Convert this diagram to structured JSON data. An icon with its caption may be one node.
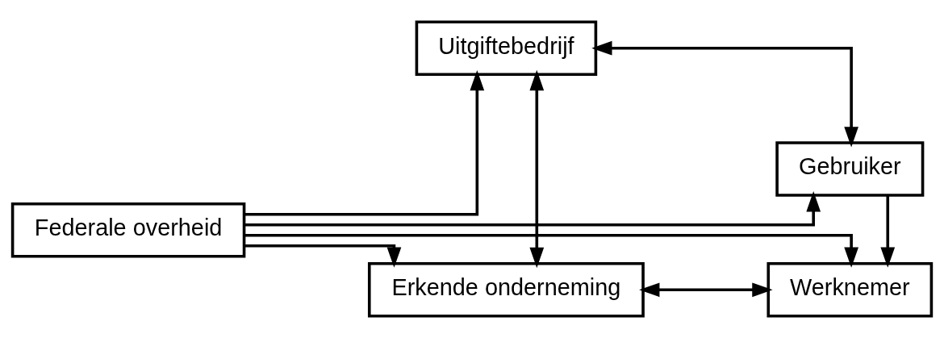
{
  "diagram": {
    "nodes": [
      {
        "text": [
          "Federale overheid"
        ]
      },
      {
        "text": [
          "Uitgiftebedrijf"
        ]
      },
      {
        "text": [
          "Gebruiker"
        ]
      },
      {
        "text": [
          "Erkende onderneming"
        ]
      },
      {
        "text": [
          "Werknemer"
        ]
      }
    ],
    "edges": [
      {
        "from": 0,
        "to": 2,
        "arrow": "to"
      },
      {
        "from": 0,
        "to": 1,
        "arrow": "to"
      },
      {
        "from": 1,
        "to": 2,
        "arrow": "both"
      },
      {
        "from": 1,
        "to": 3,
        "arrow": "both"
      },
      {
        "from": 2,
        "to": 4,
        "arrow": "to"
      },
      {
        "from": 0,
        "to": 3,
        "arrow": "to"
      },
      {
        "from": 3,
        "to": 4,
        "arrow": "both"
      },
      {
        "from": 0,
        "to": 4,
        "arrow": "to"
      }
    ]
  }
}
